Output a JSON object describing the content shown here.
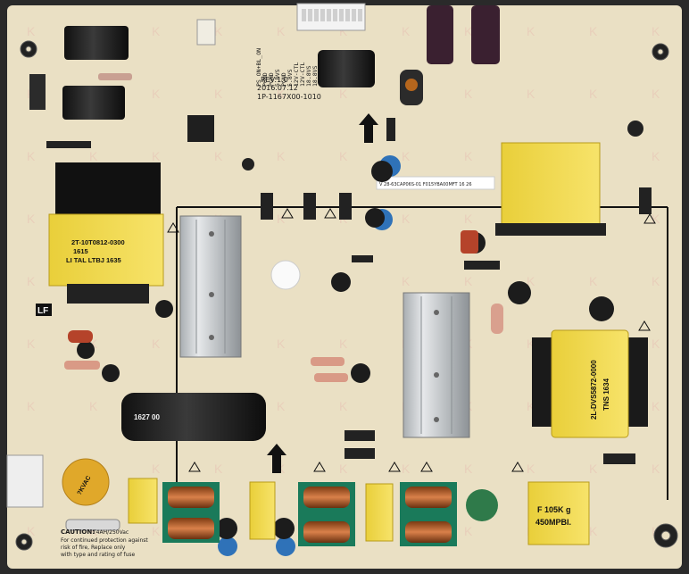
{
  "board": {
    "revision": "REV:1.0",
    "date": "2016.07.12",
    "part_number": "1P-1167X00-1010",
    "connector_pins": [
      "PS_ON+BL_ON",
      "PGND",
      "PGND",
      "5.0VS",
      "PGND",
      "5.8VS",
      "12V-CTL",
      "12V-CTL",
      "18.8VS",
      "18.8VS"
    ],
    "barcode_label": "V 28-63CAP06S-01 F015YBA00MFT 16 26",
    "lf_mark": "LF",
    "caution_title": "CAUTION:",
    "caution_rating": "T4AH/250Vac",
    "caution_lines": [
      "For continued protection against",
      "risk of fire, Replace only",
      "with type and rating of fuse"
    ]
  },
  "transformers": {
    "left": [
      "2T-10T0812-0300",
      "1615",
      "LI TAL LTBJ 1635"
    ],
    "right": [
      "2L-DVS5872-0000",
      "TNS 1634"
    ]
  },
  "capacitors": {
    "bulk": "1627 00",
    "x_cap": [
      "F 105K g",
      "450MPBI."
    ],
    "y_cap": "?KVAC"
  },
  "colors": {
    "pcb": "#eae0c4",
    "silk": "#1a1a1a",
    "heatsink": "#cfd3d6",
    "transformer_core": "#f1d94a",
    "cap_black": "#1b1b1b",
    "cap_blue": "#2f72b8"
  }
}
